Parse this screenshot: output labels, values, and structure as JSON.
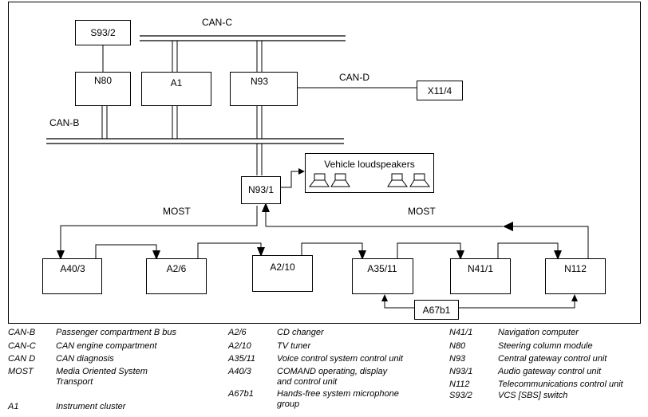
{
  "buses": {
    "can_c": "CAN-C",
    "can_d": "CAN-D",
    "can_b": "CAN-B",
    "most_left": "MOST",
    "most_right": "MOST"
  },
  "boxes": {
    "s93_2": "S93/2",
    "n80": "N80",
    "a1": "A1",
    "n93": "N93",
    "x11_4": "X11/4",
    "n93_1": "N93/1",
    "speakers": "Vehicle loudspeakers",
    "a40_3": "A40/3",
    "a2_6": "A2/6",
    "a2_10": "A2/10",
    "a35_11": "A35/11",
    "n41_1": "N41/1",
    "n112": "N112",
    "a67b1": "A67b1"
  },
  "legend": {
    "col1": [
      {
        "code": "CAN-B",
        "desc": "Passenger compartment B bus"
      },
      {
        "code": "CAN-C",
        "desc": "CAN engine compartment"
      },
      {
        "code": "CAN D",
        "desc": "CAN diagnosis"
      },
      {
        "code": "MOST",
        "desc": "Media Oriented System",
        "desc2": "Transport"
      },
      {
        "code": "A1",
        "desc": "Instrument cluster"
      }
    ],
    "col2": [
      {
        "code": "A2/6",
        "desc": "CD changer"
      },
      {
        "code": "A2/10",
        "desc": "TV tuner"
      },
      {
        "code": "A35/11",
        "desc": "Voice control system control unit"
      },
      {
        "code": "A40/3",
        "desc": "COMAND operating, display",
        "desc2": "and control unit"
      },
      {
        "code": "A67b1",
        "desc": "Hands-free system microphone",
        "desc2": "group"
      }
    ],
    "col3": [
      {
        "code": "N41/1",
        "desc": "Navigation computer"
      },
      {
        "code": "N80",
        "desc": "Steering column module"
      },
      {
        "code": "N93",
        "desc": "Central gateway control unit"
      },
      {
        "code": "N93/1",
        "desc": "Audio gateway control unit"
      },
      {
        "code": "N112",
        "desc": "Telecommunications control unit"
      },
      {
        "code": "S93/2",
        "desc": "VCS [SBS] switch"
      }
    ]
  }
}
